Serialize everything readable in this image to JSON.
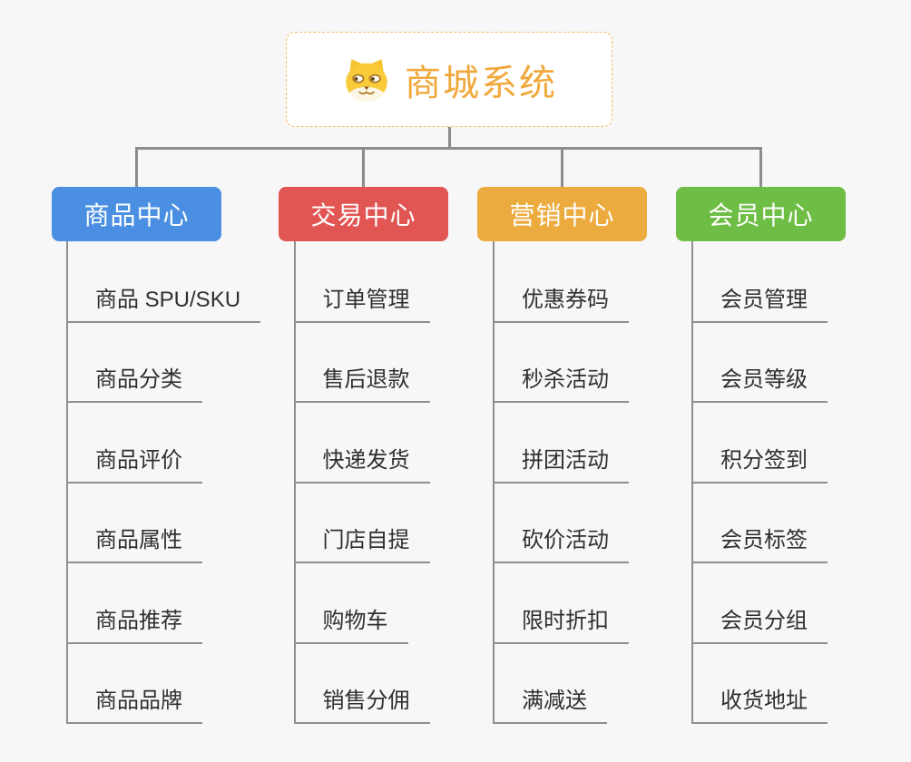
{
  "root": {
    "title": "商城系统",
    "icon": "shiba-dog-icon",
    "title_color": "#f0a83c",
    "border_color": "#f2bb62"
  },
  "connector_color": "#8c8c8c",
  "branches": [
    {
      "label": "商品中心",
      "color": "#4b8fe2",
      "children": [
        "商品 SPU/SKU",
        "商品分类",
        "商品评价",
        "商品属性",
        "商品推荐",
        "商品品牌"
      ]
    },
    {
      "label": "交易中心",
      "color": "#e15653",
      "children": [
        "订单管理",
        "售后退款",
        "快递发货",
        "门店自提",
        "购物车",
        "销售分佣"
      ]
    },
    {
      "label": "营销中心",
      "color": "#ecab3f",
      "children": [
        "优惠券码",
        "秒杀活动",
        "拼团活动",
        "砍价活动",
        "限时折扣",
        "满减送"
      ]
    },
    {
      "label": "会员中心",
      "color": "#6ebe45",
      "children": [
        "会员管理",
        "会员等级",
        "积分签到",
        "会员标签",
        "会员分组",
        "收货地址"
      ]
    }
  ]
}
